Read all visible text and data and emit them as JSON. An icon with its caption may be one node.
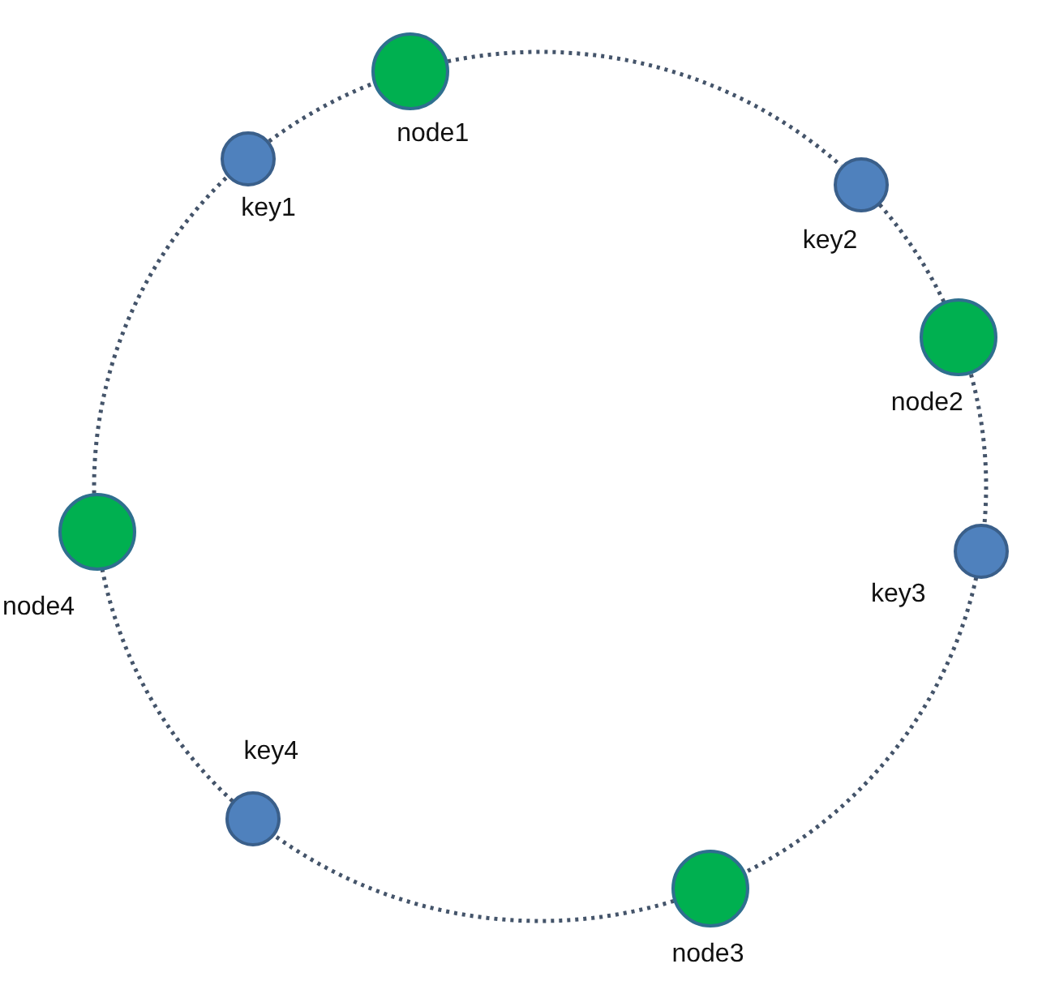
{
  "diagram": {
    "nodes": [
      {
        "text": [
          "node1"
        ]
      },
      {
        "text": [
          "key1"
        ]
      },
      {
        "text": [
          "key2"
        ]
      },
      {
        "text": [
          "node2"
        ]
      },
      {
        "text": [
          "node4"
        ]
      },
      {
        "text": [
          "key3"
        ]
      },
      {
        "text": [
          "key4"
        ]
      },
      {
        "text": [
          "node3"
        ]
      }
    ],
    "edges": [
      {
        "from": 0,
        "to": 2,
        "arrow": "none",
        "style": "dashed"
      },
      {
        "from": 2,
        "to": 3,
        "arrow": "none",
        "style": "dashed"
      },
      {
        "from": 3,
        "to": 5,
        "arrow": "none",
        "style": "dashed"
      },
      {
        "from": 5,
        "to": 7,
        "arrow": "none",
        "style": "dashed"
      },
      {
        "from": 7,
        "to": 6,
        "arrow": "none",
        "style": "dashed"
      },
      {
        "from": 6,
        "to": 4,
        "arrow": "none",
        "style": "dashed"
      },
      {
        "from": 4,
        "to": 1,
        "arrow": "none",
        "style": "dashed"
      },
      {
        "from": 1,
        "to": 0,
        "arrow": "none",
        "style": "dashed"
      }
    ]
  }
}
